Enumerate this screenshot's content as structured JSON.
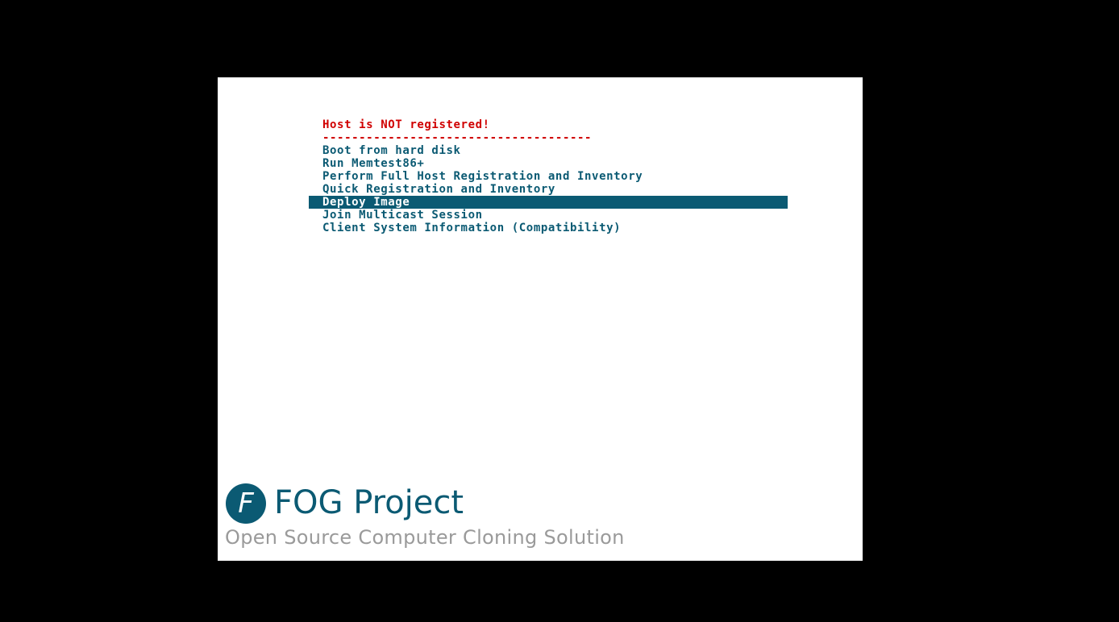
{
  "menu": {
    "title": "Host is NOT registered!",
    "separator": "-------------------------------------",
    "items": [
      {
        "label": "Boot from hard disk",
        "selected": false
      },
      {
        "label": "Run Memtest86+",
        "selected": false
      },
      {
        "label": "Perform Full Host Registration and Inventory",
        "selected": false
      },
      {
        "label": "Quick Registration and Inventory",
        "selected": false
      },
      {
        "label": "Deploy Image",
        "selected": true
      },
      {
        "label": "Join Multicast Session",
        "selected": false
      },
      {
        "label": "Client System Information (Compatibility)",
        "selected": false
      }
    ]
  },
  "branding": {
    "logo_letter": "F",
    "title": "FOG Project",
    "tagline": "Open Source Computer Cloning Solution"
  },
  "colors": {
    "accent": "#0b5a73",
    "warning": "#d00000",
    "tagline": "#9a9a9a",
    "background": "#000000",
    "screen": "#ffffff"
  }
}
